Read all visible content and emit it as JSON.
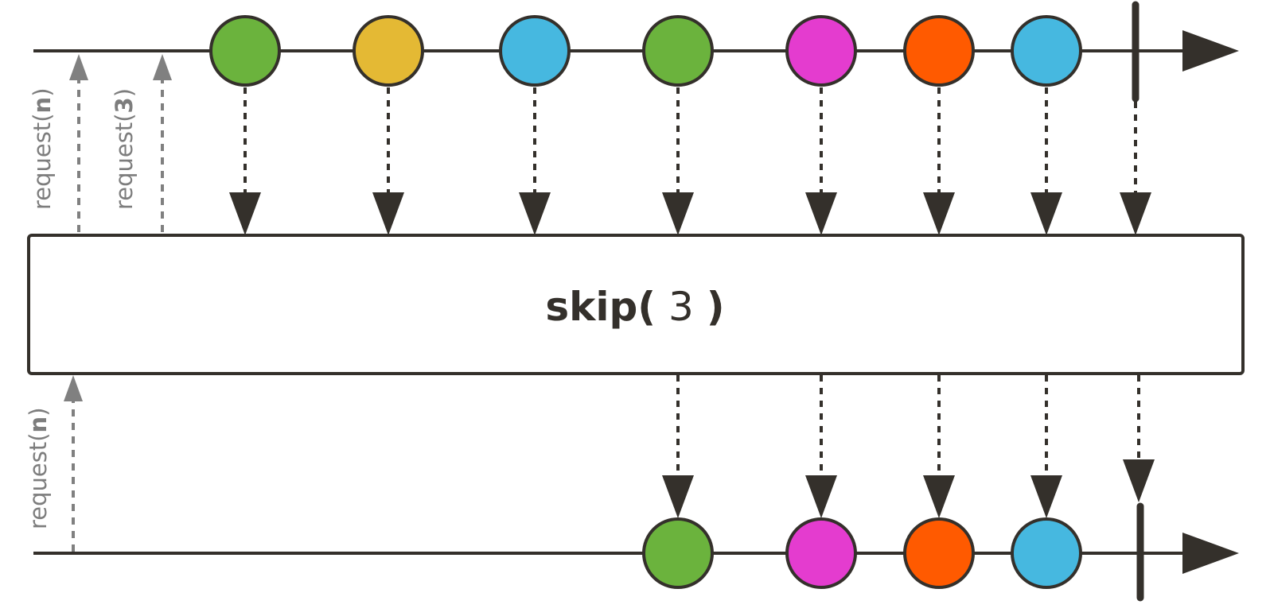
{
  "operator": {
    "name": "skip(",
    "argument": " 3 ",
    "close": ")"
  },
  "requests": {
    "upstream_n": {
      "prefix": "request(",
      "value": "n",
      "suffix": ")"
    },
    "upstream_3": {
      "prefix": "request(",
      "value": "3",
      "suffix": ")"
    },
    "downstream_n": {
      "prefix": "request(",
      "value": "n",
      "suffix": ")"
    }
  },
  "colors": {
    "line": "#34302b",
    "request": "#808080",
    "green": "#6bb33d",
    "yellow": "#e4b934",
    "blue": "#46b8e0",
    "magenta": "#e43ccf",
    "orange": "#ff5a00"
  },
  "source_sequence": [
    "green",
    "yellow",
    "blue",
    "green",
    "magenta",
    "orange",
    "blue"
  ],
  "output_sequence": [
    "green",
    "magenta",
    "orange",
    "blue"
  ],
  "source_completes": true,
  "output_completes": true
}
